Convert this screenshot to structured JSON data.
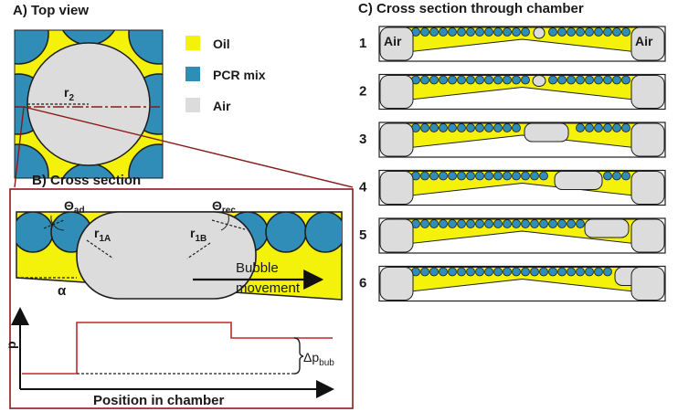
{
  "panel_a": {
    "title": "A) Top view",
    "radius_label": "r",
    "radius_sub": "2",
    "legend": [
      {
        "label": "Oil",
        "color": "#f4f20a"
      },
      {
        "label": "PCR mix",
        "color": "#2f8db8"
      },
      {
        "label": "Air",
        "color": "#dcdcdc"
      }
    ]
  },
  "panel_b": {
    "title": "B) Cross section",
    "theta_ad": "Θ",
    "theta_ad_sub": "ad",
    "theta_rec": "Θ",
    "theta_rec_sub": "rec",
    "r1a": "r",
    "r1a_sub": "1A",
    "r1b": "r",
    "r1b_sub": "1B",
    "alpha": "α",
    "bubble_label_1": "Bubble",
    "bubble_label_2": "movement",
    "y_axis_label": "p",
    "x_axis_label": "Position in chamber",
    "delta_label": "Δp",
    "delta_sub": "bub"
  },
  "panel_c": {
    "title": "C) Cross section through chamber",
    "air_left": "Air",
    "air_right": "Air",
    "rows": [
      "1",
      "2",
      "3",
      "4",
      "5",
      "6"
    ]
  },
  "colors": {
    "oil": "#f4f20a",
    "pcr": "#2f8db8",
    "air": "#dcdcdc",
    "frame": "#8b1a1a",
    "trace": "#c0282d"
  }
}
